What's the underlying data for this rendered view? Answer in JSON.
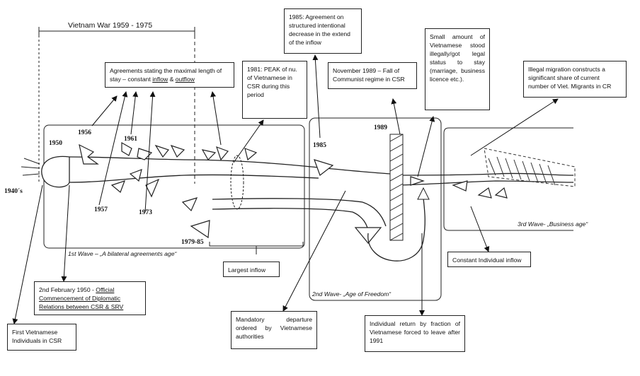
{
  "war": {
    "title": "Vietnam War 1959 - 1975"
  },
  "years": {
    "y1940s": "1940´s",
    "y1950": "1950",
    "y1956": "1956",
    "y1957": "1957",
    "y1961": "1961",
    "y1973": "1973",
    "y1979_85": "1979-85",
    "y1985": "1985",
    "y1989": "1989"
  },
  "waves": {
    "first": "1st Wave – „A bilateral agreements age“",
    "second": "2nd Wave- „Age of Freedom“",
    "third": "3rd Wave- „Business age“"
  },
  "boxes": {
    "agreements": {
      "text1": "Agreements stating the maximal length of stay – constant ",
      "inflow": "inflow",
      "amp": " & ",
      "outflow": "outflow"
    },
    "peak": "1981: PEAK of nu. of Vietnamese in CSR during this period",
    "agreement1985": "1985: Agreement on structured intentional decrease in the extend of the inflow",
    "fall1989": "November 1989 – Fall of Communist regime in CSR",
    "small_amount": "Small amount of Vietnamese stood illegally/got legal status to stay (marriage, business licence etc.).",
    "illegal": "Illegal migration constructs a significant share of current number of Viet. Migrants in CR",
    "largest": "Largest inflow",
    "official": {
      "date": "2nd February 1950",
      "dash": " - ",
      "text": "Official Commencement of Diplomatic Relations  between CSR & SRV"
    },
    "first_viet": "First Vietnamese Individuals in CSR",
    "mandatory": "Mandatory departure ordered by Vietnamese authorities",
    "individual_return": "Individual return by fraction of Vietnamese forced to leave after 1991",
    "constant": "Constant Individual inflow"
  }
}
